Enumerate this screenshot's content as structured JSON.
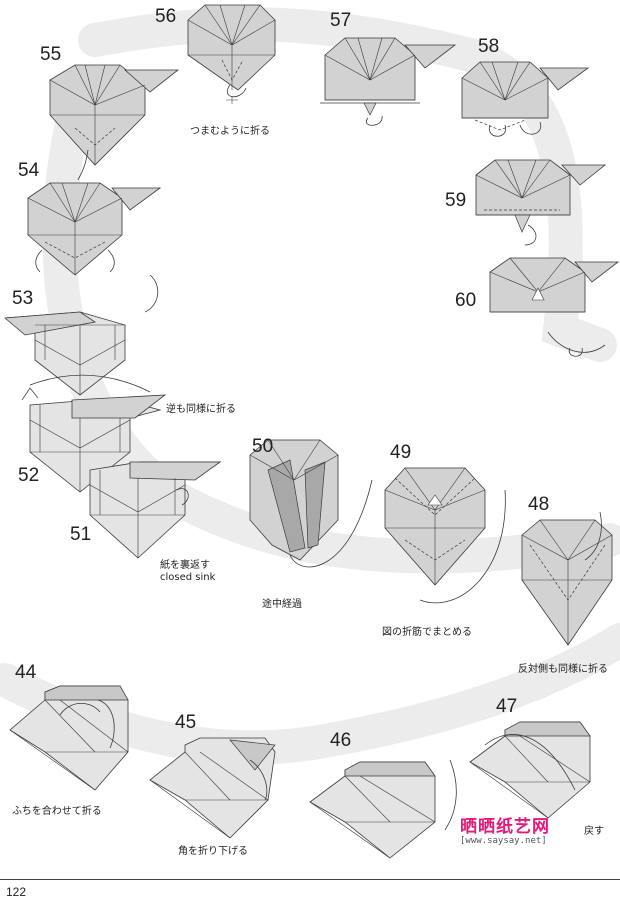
{
  "steps": [
    {
      "id": "55",
      "num": "55",
      "caption": ""
    },
    {
      "id": "56",
      "num": "56",
      "caption": "つまむように折る"
    },
    {
      "id": "57",
      "num": "57",
      "caption": ""
    },
    {
      "id": "58",
      "num": "58",
      "caption": ""
    },
    {
      "id": "54",
      "num": "54",
      "caption": ""
    },
    {
      "id": "59",
      "num": "59",
      "caption": ""
    },
    {
      "id": "60",
      "num": "60",
      "caption": ""
    },
    {
      "id": "53",
      "num": "53",
      "caption": ""
    },
    {
      "id": "52",
      "num": "52",
      "caption": "逆も同様に折る"
    },
    {
      "id": "51",
      "num": "51",
      "caption": "紙を裏返す"
    },
    {
      "id": "51b",
      "num": "",
      "caption": "closed sink"
    },
    {
      "id": "50",
      "num": "50",
      "caption": "途中経過"
    },
    {
      "id": "49",
      "num": "49",
      "caption": "図の折筋でまとめる"
    },
    {
      "id": "48",
      "num": "48",
      "caption": "反対側も同様に折る"
    },
    {
      "id": "44",
      "num": "44",
      "caption": "ふちを合わせて折る"
    },
    {
      "id": "45",
      "num": "45",
      "caption": "角を折り下げる"
    },
    {
      "id": "46",
      "num": "46",
      "caption": ""
    },
    {
      "id": "47",
      "num": "47",
      "caption": "戻す"
    }
  ],
  "page_number": "122",
  "watermark": {
    "title": "晒晒纸艺网",
    "url": "[www.saysay.net]"
  },
  "colors": {
    "paper": "#d2d2d2",
    "paper_dark": "#a8a8a8",
    "line": "#3a3a3a",
    "path": "#e8e8e8",
    "wm_pink": "#e6197a",
    "wm_blue": "#1a5fb4"
  }
}
